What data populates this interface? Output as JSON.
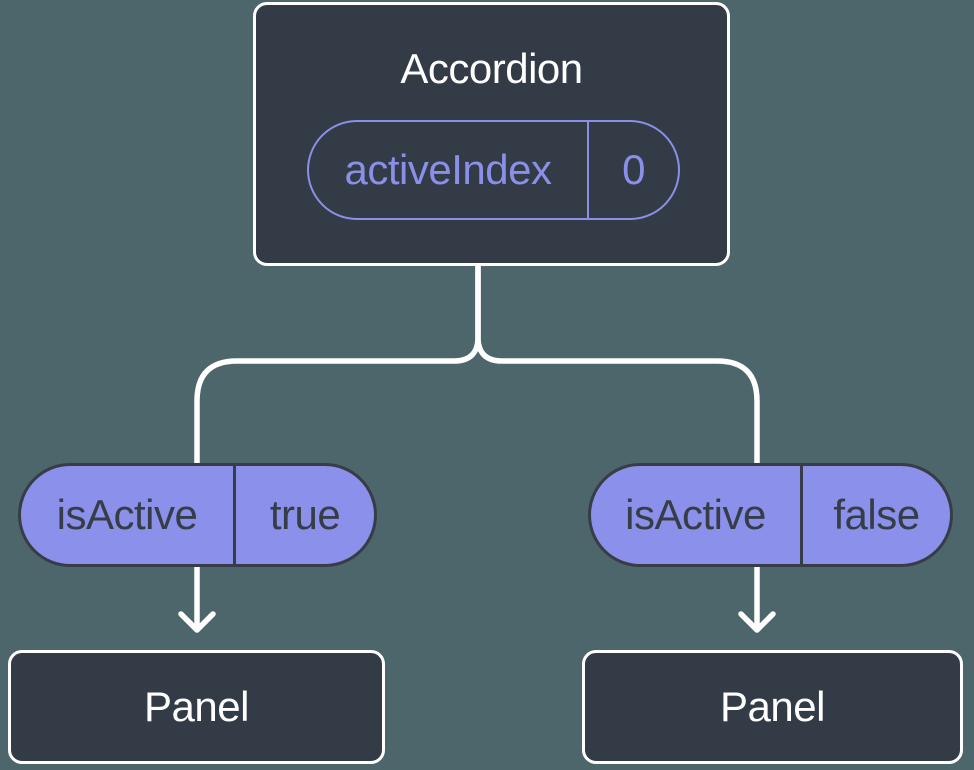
{
  "colors": {
    "background": "#4d666b",
    "node_background": "#333b46",
    "node_border": "#ffffff",
    "connector": "#ffffff",
    "accent_purple": "#8a8fe8",
    "pill_fill": "#8b90ea",
    "pill_dark_text": "#363d47"
  },
  "tree": {
    "root": {
      "label": "Accordion",
      "state": {
        "name": "activeIndex",
        "value": "0"
      }
    },
    "branches": [
      {
        "prop": {
          "name": "isActive",
          "value": "true"
        },
        "child": {
          "label": "Panel"
        }
      },
      {
        "prop": {
          "name": "isActive",
          "value": "false"
        },
        "child": {
          "label": "Panel"
        }
      }
    ]
  }
}
